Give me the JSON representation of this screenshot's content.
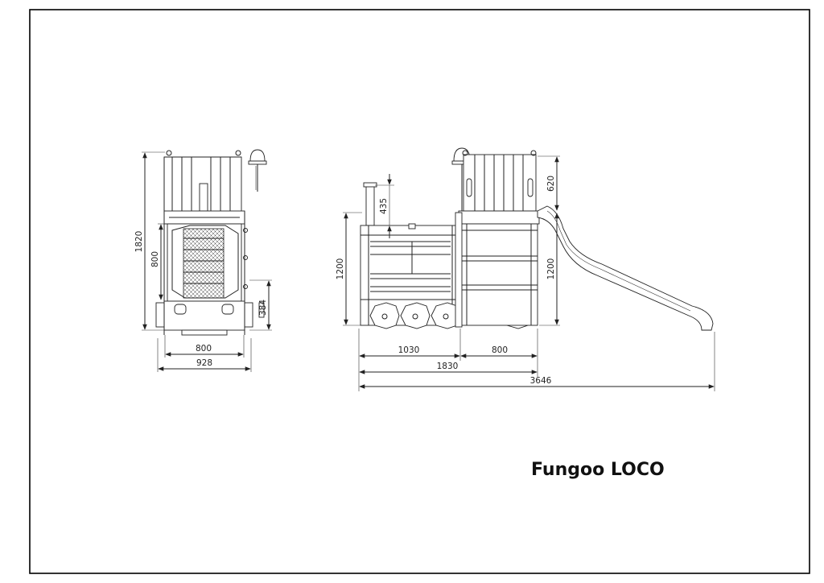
{
  "drawing": {
    "title": "Fungoo LOCO",
    "front_view": {
      "dims": {
        "total_height": "1820",
        "platform_height": "800",
        "base_height": "384",
        "inner_width": "800",
        "outer_width": "928"
      }
    },
    "side_view": {
      "dims": {
        "chimney_height": "435",
        "tower_height": "620",
        "left_height": "1200",
        "right_height": "1200",
        "wagon_length": "1030",
        "tower_length": "800",
        "structure_length": "1830",
        "total_length": "3646"
      }
    }
  }
}
